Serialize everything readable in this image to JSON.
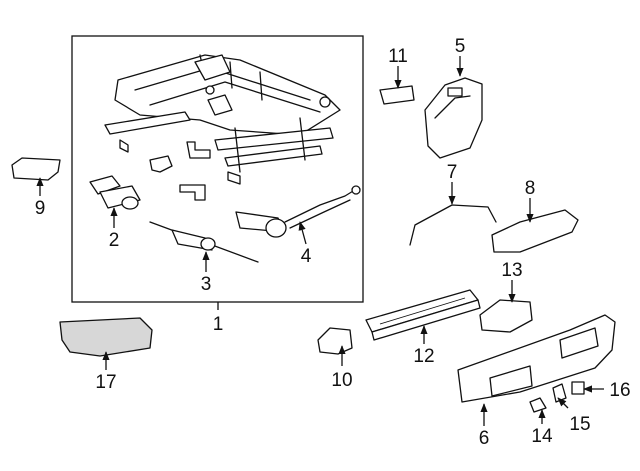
{
  "callouts": {
    "c1": "1",
    "c2": "2",
    "c3": "3",
    "c4": "4",
    "c5": "5",
    "c6": "6",
    "c7": "7",
    "c8": "8",
    "c9": "9",
    "c10": "10",
    "c11": "11",
    "c12": "12",
    "c13": "13",
    "c14": "14",
    "c15": "15",
    "c16": "16",
    "c17": "17"
  },
  "colors": {
    "line": "#111111",
    "background": "#ffffff",
    "shade": "#d7d7d7"
  }
}
